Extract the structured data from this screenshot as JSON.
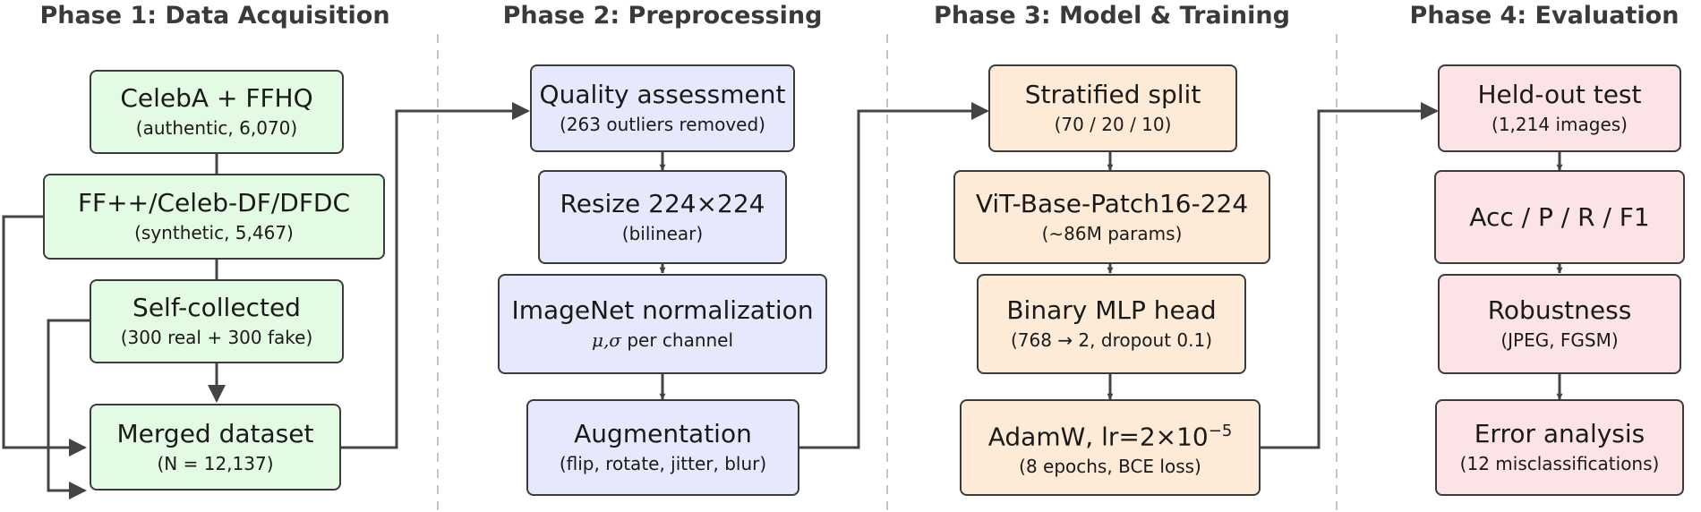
{
  "phases": [
    {
      "title": "Phase 1: Data Acquisition",
      "boxes": [
        {
          "line1": "CelebA + FFHQ",
          "line2": "(authentic, 6,070)"
        },
        {
          "line1": "FF++/Celeb-DF/DFDC",
          "line2": "(synthetic, 5,467)"
        },
        {
          "line1": "Self-collected",
          "line2": "(300 real + 300 fake)"
        },
        {
          "line1": "Merged dataset",
          "line2": "(N = 12,137)"
        }
      ]
    },
    {
      "title": "Phase 2: Preprocessing",
      "boxes": [
        {
          "line1": "Quality assessment",
          "line2": "(263 outliers removed)"
        },
        {
          "line1": "Resize 224×224",
          "line2": "(bilinear)"
        },
        {
          "line1": "ImageNet normalization",
          "line2_sym": "μ,σ",
          "line2": " per channel"
        },
        {
          "line1": "Augmentation",
          "line2": "(flip, rotate, jitter, blur)"
        }
      ]
    },
    {
      "title": "Phase 3: Model & Training",
      "boxes": [
        {
          "line1": "Stratified split",
          "line2": "(70 / 20 / 10)"
        },
        {
          "line1": "ViT-Base-Patch16-224",
          "line2": "(∼86M params)"
        },
        {
          "line1": "Binary MLP head",
          "line2": "(768 → 2, dropout 0.1)"
        },
        {
          "line1_pre": "AdamW, lr=2×10",
          "line1_sup": "−5",
          "line2": "(8 epochs, BCE loss)"
        }
      ]
    },
    {
      "title": "Phase 4: Evaluation",
      "boxes": [
        {
          "line1": "Held-out test",
          "line2": "(1,214 images)"
        },
        {
          "line1": "Acc / P / R / F1",
          "line2": ""
        },
        {
          "line1": "Robustness",
          "line2": "(JPEG, FGSM)"
        },
        {
          "line1": "Error analysis",
          "line2": "(12 misclassifications)"
        }
      ]
    }
  ],
  "colors": {
    "phase1": "#e3fbe3",
    "phase2": "#e6e9fb",
    "phase3": "#fdebd7",
    "phase4": "#fce3e6",
    "border": "#3b3b3b",
    "arrow": "#444444",
    "divider": "#b5b5b5"
  }
}
